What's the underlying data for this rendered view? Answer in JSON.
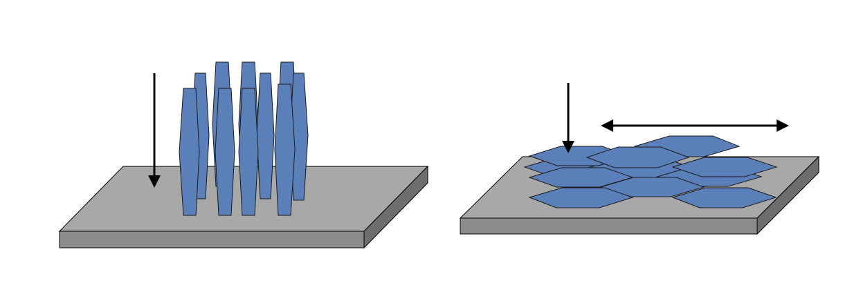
{
  "diagram": {
    "colors": {
      "substrate_top": "#a8a8a8",
      "substrate_front": "#8c8c8c",
      "substrate_side": "#6e6e6e",
      "crystal": "#5b7fb8",
      "outline": "#1a1a1a",
      "arrow": "#000000"
    },
    "panels": [
      {
        "name": "vertical-crystals",
        "crystal_count": 12,
        "arrows": [
          "down"
        ]
      },
      {
        "name": "flat-crystals",
        "crystal_count": 11,
        "arrows": [
          "down",
          "left-right"
        ]
      }
    ]
  }
}
